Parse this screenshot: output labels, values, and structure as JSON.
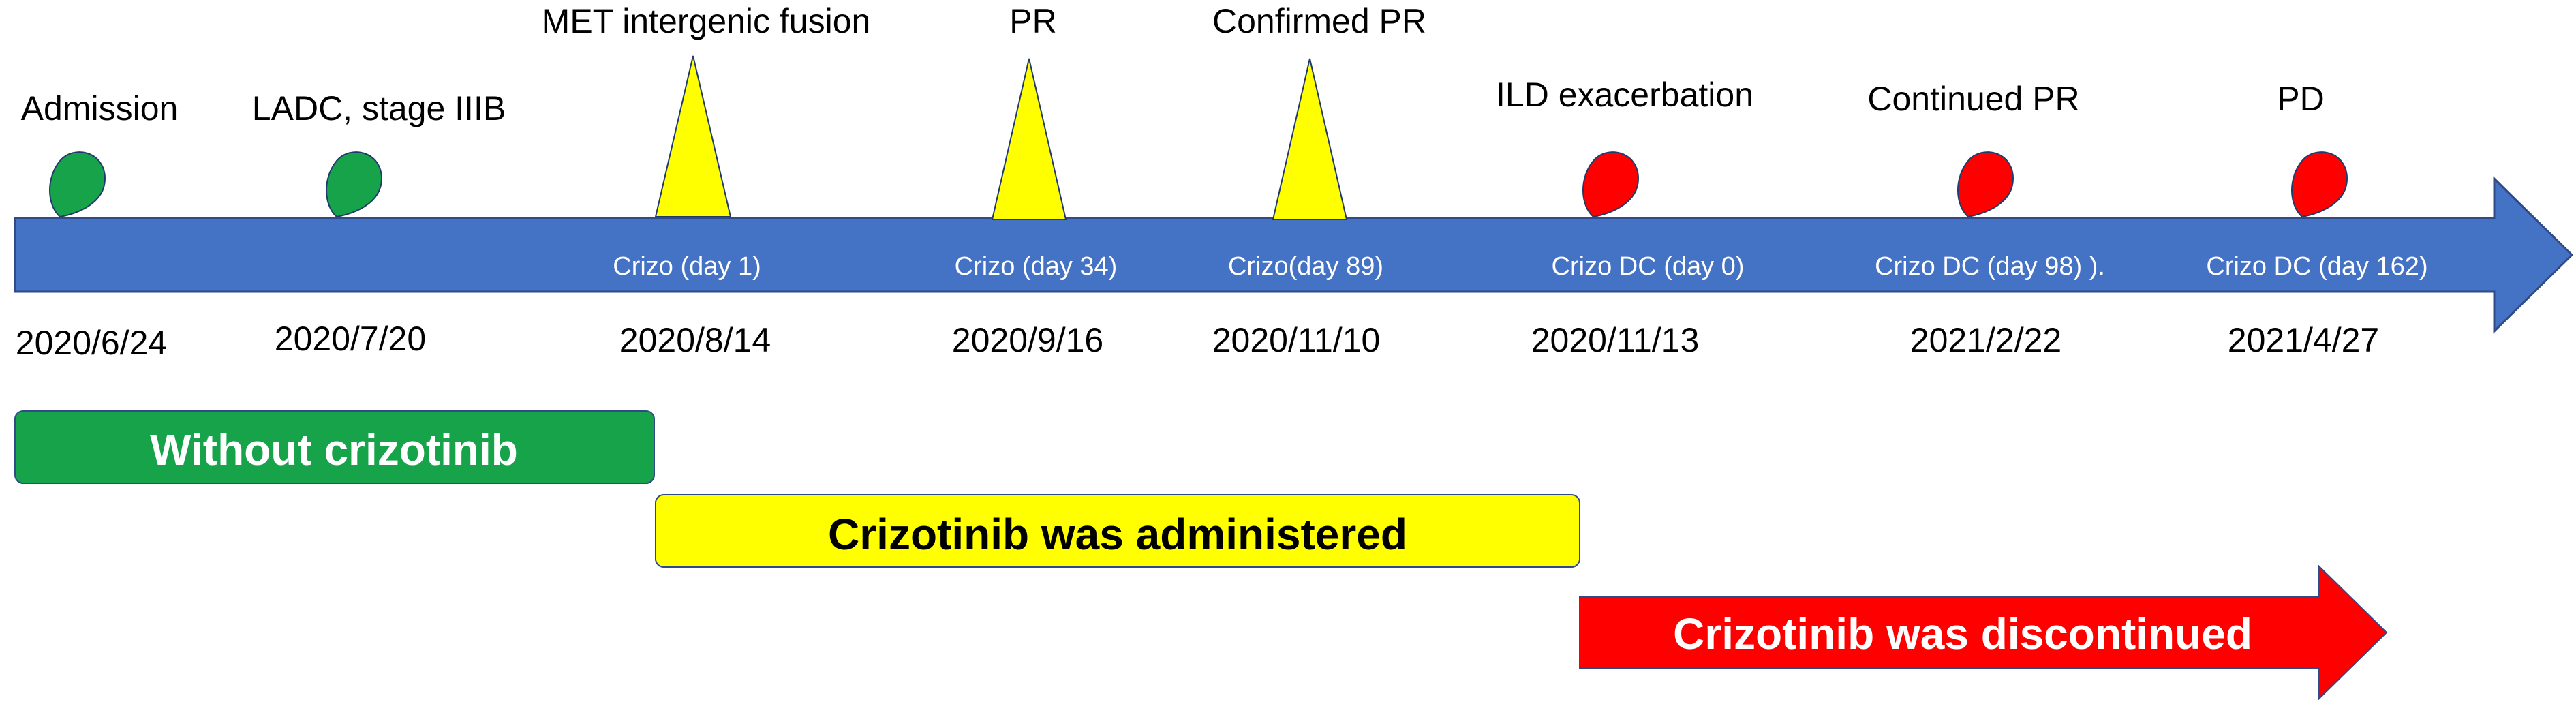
{
  "colors": {
    "axis": "#4472C4",
    "axis_stroke": "#2F4A86",
    "green": "#16A34A",
    "yellow": "#FFFF00",
    "red": "#FF0000",
    "marker_stroke": "#1F3A6B"
  },
  "events": [
    {
      "label": "Admission",
      "date": "2020/6/24",
      "marker": "green-drop",
      "note": ""
    },
    {
      "label": "LADC, stage IIIB",
      "date": "2020/7/20",
      "marker": "green-drop",
      "note": ""
    },
    {
      "label": "MET intergenic fusion",
      "date": "2020/8/14",
      "marker": "yellow-triangle",
      "note": "Crizo (day 1)"
    },
    {
      "label": "PR",
      "date": "2020/9/16",
      "marker": "yellow-triangle",
      "note": "Crizo (day 34)"
    },
    {
      "label": "Confirmed PR",
      "date": "2020/11/10",
      "marker": "yellow-triangle",
      "note": "Crizo(day 89)"
    },
    {
      "label": "ILD exacerbation",
      "date": "2020/11/13",
      "marker": "red-drop",
      "note": "Crizo DC (day 0)"
    },
    {
      "label": "Continued PR",
      "date": "2021/2/22",
      "marker": "red-drop",
      "note": "Crizo DC (day 98) )."
    },
    {
      "label": "PD",
      "date": "2021/4/27",
      "marker": "red-drop",
      "note": "Crizo DC (day 162)"
    }
  ],
  "phases": [
    {
      "label": "Without crizotinib",
      "color": "green",
      "shape": "rounded"
    },
    {
      "label": "Crizotinib was administered",
      "color": "yellow",
      "shape": "rounded"
    },
    {
      "label": "Crizotinib was discontinued",
      "color": "red",
      "shape": "arrow"
    }
  ]
}
